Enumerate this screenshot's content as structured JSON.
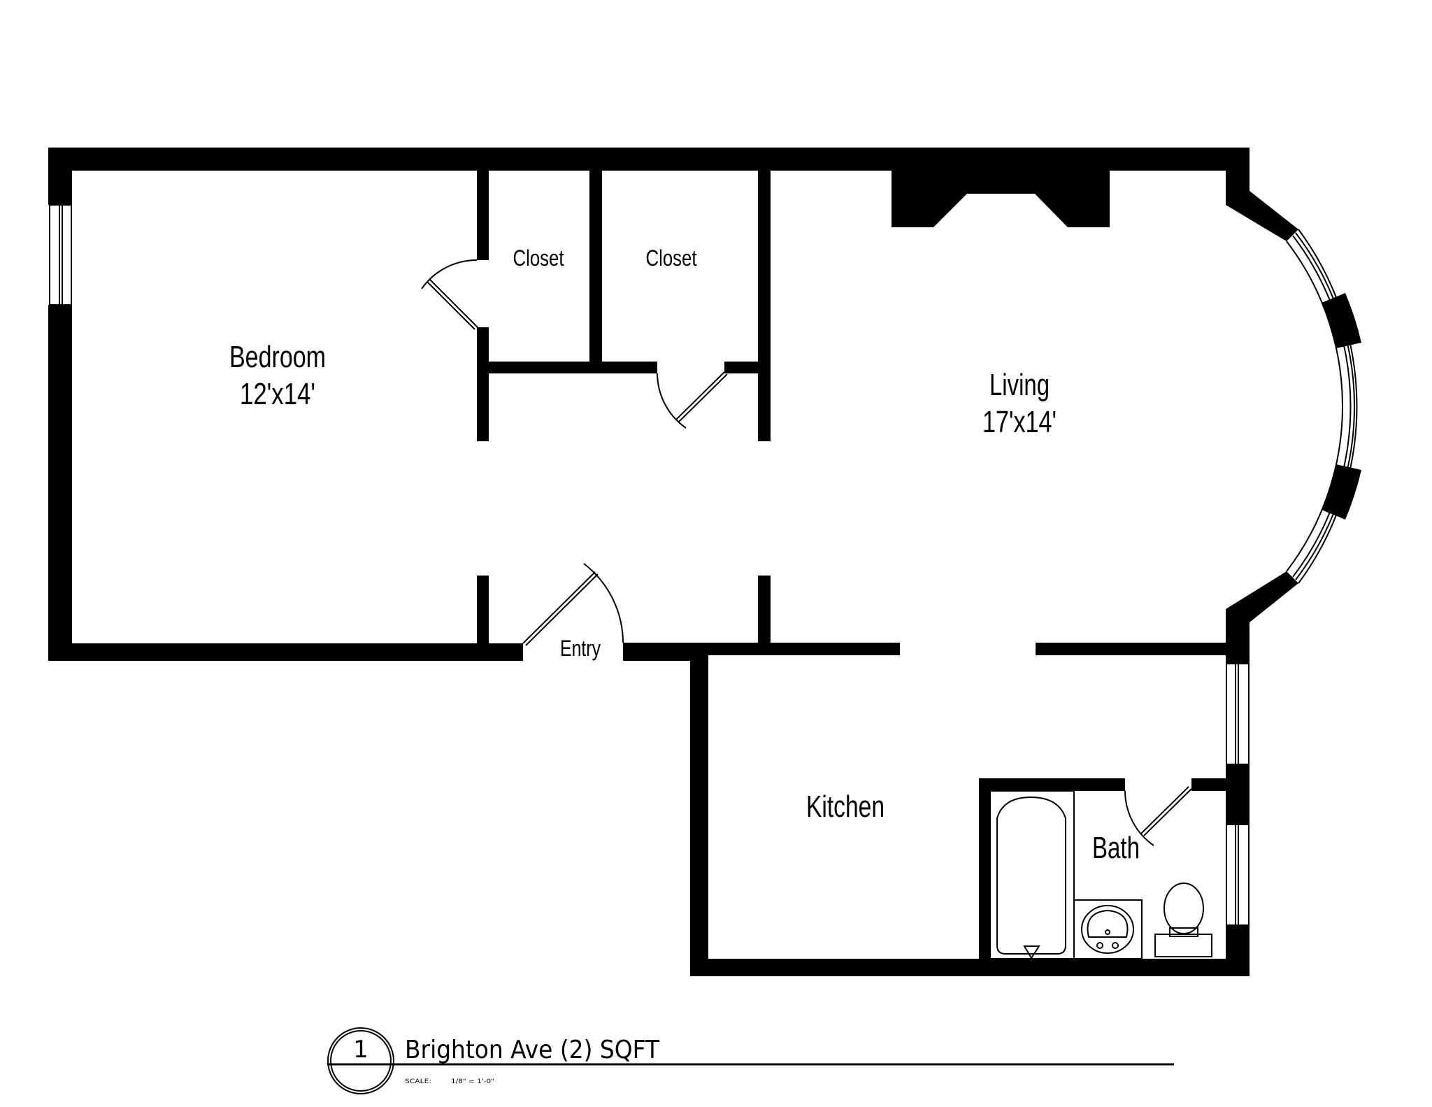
{
  "plan": {
    "wall_color": "#000000",
    "background": "#ffffff",
    "rooms": {
      "bedroom": {
        "name": "Bedroom",
        "dimensions": "12'x14'"
      },
      "closet_1": {
        "name": "Closet"
      },
      "closet_2": {
        "name": "Closet"
      },
      "living": {
        "name": "Living",
        "dimensions": "17'x14'"
      },
      "entry": {
        "name": "Entry"
      },
      "kitchen": {
        "name": "Kitchen"
      },
      "bath": {
        "name": "Bath"
      }
    },
    "fixtures": [
      "fireplace",
      "bay-window",
      "bathtub",
      "sink",
      "toilet"
    ]
  },
  "title_block": {
    "number": "1",
    "title": "Brighton Ave (2) SQFT",
    "scale_label": "SCALE:",
    "scale_value": "1/8\" = 1'-0\""
  }
}
